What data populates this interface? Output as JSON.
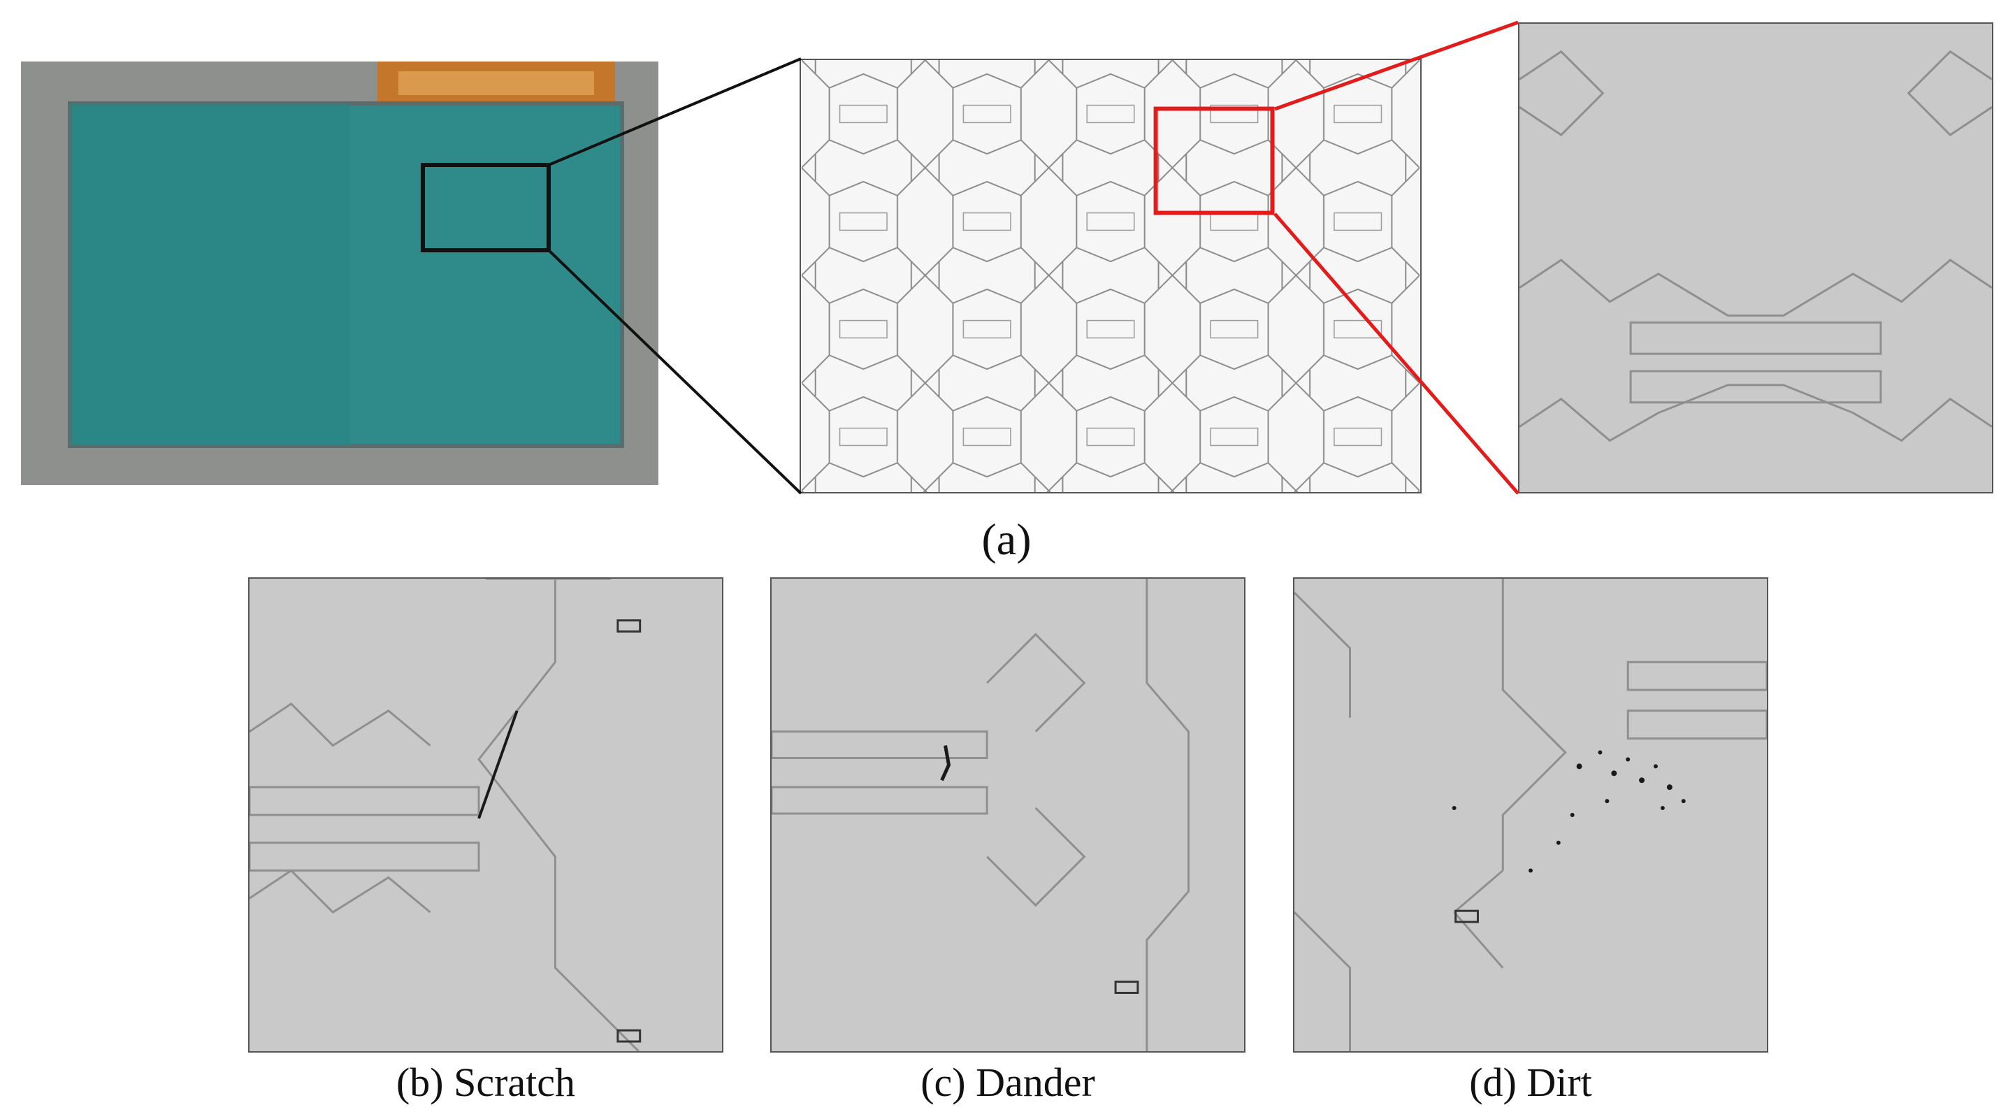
{
  "figure": {
    "captions": {
      "a": "(a)",
      "b": "(b) Scratch",
      "c": "(c) Dander",
      "d": "(d) Dirt"
    },
    "colors": {
      "panel_glass": "#2f8a8a",
      "panel_bezel": "#8d908d",
      "connector": "#c4762a",
      "pattern_bg": "#f6f6f6",
      "pattern_line": "#8a8a8a",
      "micro_bg": "#c9c9c9",
      "micro_line": "#8f8f8f",
      "zoom_black": "#111111",
      "zoom_red": "#e31b1b",
      "defect": "#1a1a1a"
    }
  }
}
